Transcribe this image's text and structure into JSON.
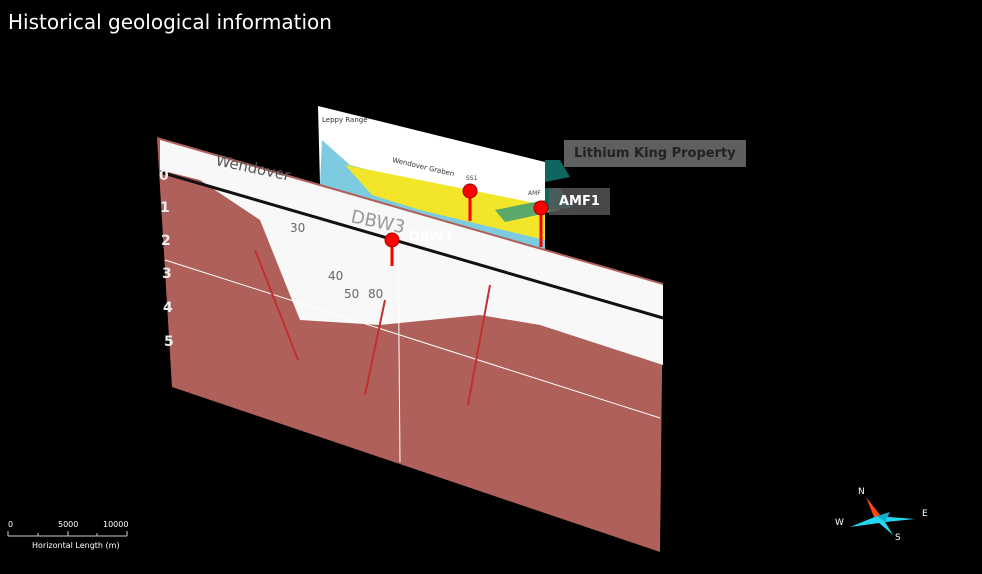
{
  "title": "Historical geological information",
  "wells": [
    {
      "name": "SS1"
    },
    {
      "name": "AMF1"
    },
    {
      "name": "DBW3"
    }
  ],
  "property_label": "Lithium King Property",
  "section_back": {
    "labels": [
      "Leppy Range",
      "Wendover Graben",
      "SS1",
      "AMF"
    ]
  },
  "section_front": {
    "labels": [
      "Wendover",
      "DBW3"
    ],
    "depth_ticks": [
      "0",
      "1",
      "2",
      "3",
      "4",
      "5"
    ],
    "angle_labels": [
      "30",
      "40",
      "50",
      "80"
    ]
  },
  "scale_bar": {
    "ticks": [
      "0",
      "5000",
      "10000"
    ],
    "label": "Horizontal Length (m)"
  },
  "compass": {
    "n": "N",
    "e": "E",
    "s": "S",
    "w": "W"
  },
  "colors": {
    "well": "#ff0000",
    "rock": "#b0605a",
    "sediment": "#f2e52a",
    "basement": "#7ccbe0",
    "property": "#0d6660"
  }
}
